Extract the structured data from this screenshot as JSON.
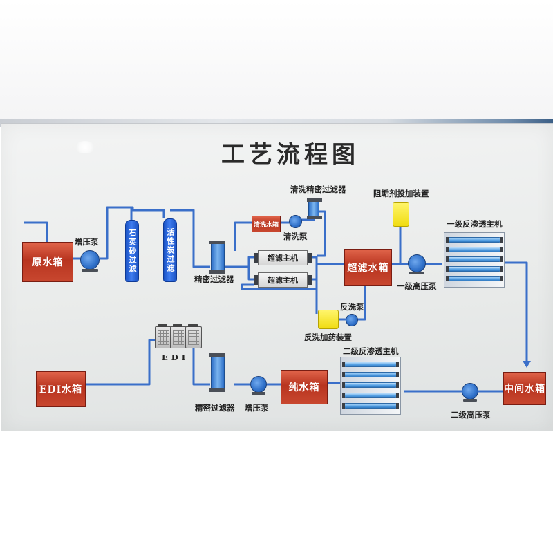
{
  "title": "工艺流程图",
  "components": {
    "raw_tank": "原水箱",
    "booster_pump_1": "增压泵",
    "quartz_sand_filter": "石英砂过滤",
    "activated_carbon_filter": "活性炭过滤",
    "precision_filter_1": "精密过滤器",
    "cleaning_tank": "清洗水箱",
    "cleaning_precision_filter": "清洗精密过滤器",
    "cleaning_pump": "清洗泵",
    "uf_unit_1": "超滤主机",
    "uf_unit_2": "超滤主机",
    "uf_tank": "超滤水箱",
    "antiscalant_dosing": "阻垢剂投加装置",
    "primary_hp_pump": "一级高压泵",
    "primary_ro_unit": "一级反渗透主机",
    "backwash_pump": "反洗泵",
    "backwash_dosing": "反洗加药装置",
    "intermediate_tank": "中间水箱",
    "secondary_hp_pump": "二级高压泵",
    "secondary_ro_unit": "二级反渗透主机",
    "pure_water_tank": "纯水箱",
    "booster_pump_2": "增压泵",
    "precision_filter_2": "精密过滤器",
    "edi_unit": "EDI",
    "edi_tank": "EDI水箱"
  },
  "colors": {
    "tank": "#c0402a",
    "pipe": "#3a6fc9",
    "pump": "#2e6fc8",
    "filter_column": "#2a62d8",
    "dosing": "#f2df19",
    "board": "#ebedec"
  }
}
